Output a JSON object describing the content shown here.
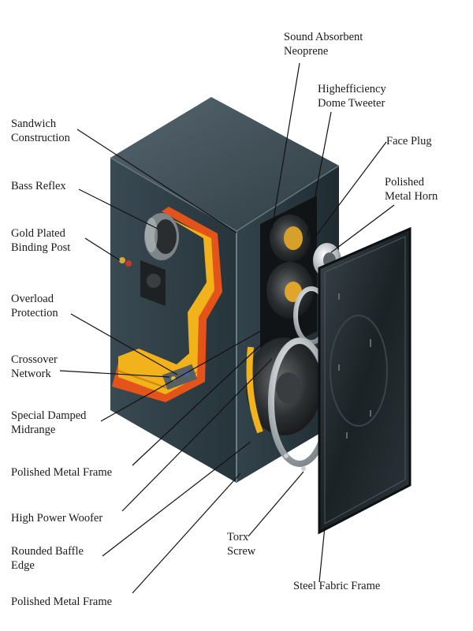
{
  "labels": {
    "sound_absorbent": [
      "Sound Absorbent",
      "Neoprene"
    ],
    "dome_tweeter": [
      "Highefficiency",
      "Dome Tweeter"
    ],
    "sandwich": [
      "Sandwich",
      "Construction"
    ],
    "face_plug": [
      "Face Plug"
    ],
    "bass_reflex": [
      "Bass Reflex"
    ],
    "metal_horn": [
      "Polished",
      "Metal Horn"
    ],
    "binding_post": [
      "Gold Plated",
      "Binding Post"
    ],
    "overload": [
      "Overload",
      "Protection"
    ],
    "crossover": [
      "Crossover",
      "Network"
    ],
    "midrange": [
      "Special Damped",
      "Midrange"
    ],
    "metal_frame_1": [
      "Polished Metal Frame"
    ],
    "woofer": [
      "High Power Woofer"
    ],
    "baffle_edge": [
      "Rounded Baffle",
      "Edge"
    ],
    "torx": [
      "Torx",
      "Screw"
    ],
    "metal_frame_2": [
      "Polished Metal Frame"
    ],
    "steel_frame": [
      "Steel Fabric Frame"
    ]
  },
  "colors": {
    "cabinet_side": "#2f4048",
    "cabinet_top": "#3b4c54",
    "damping": "#f2b21b",
    "cutaway_edge": "#e4541a",
    "grille": "#1c2226",
    "metal": "#c9cfd3"
  }
}
